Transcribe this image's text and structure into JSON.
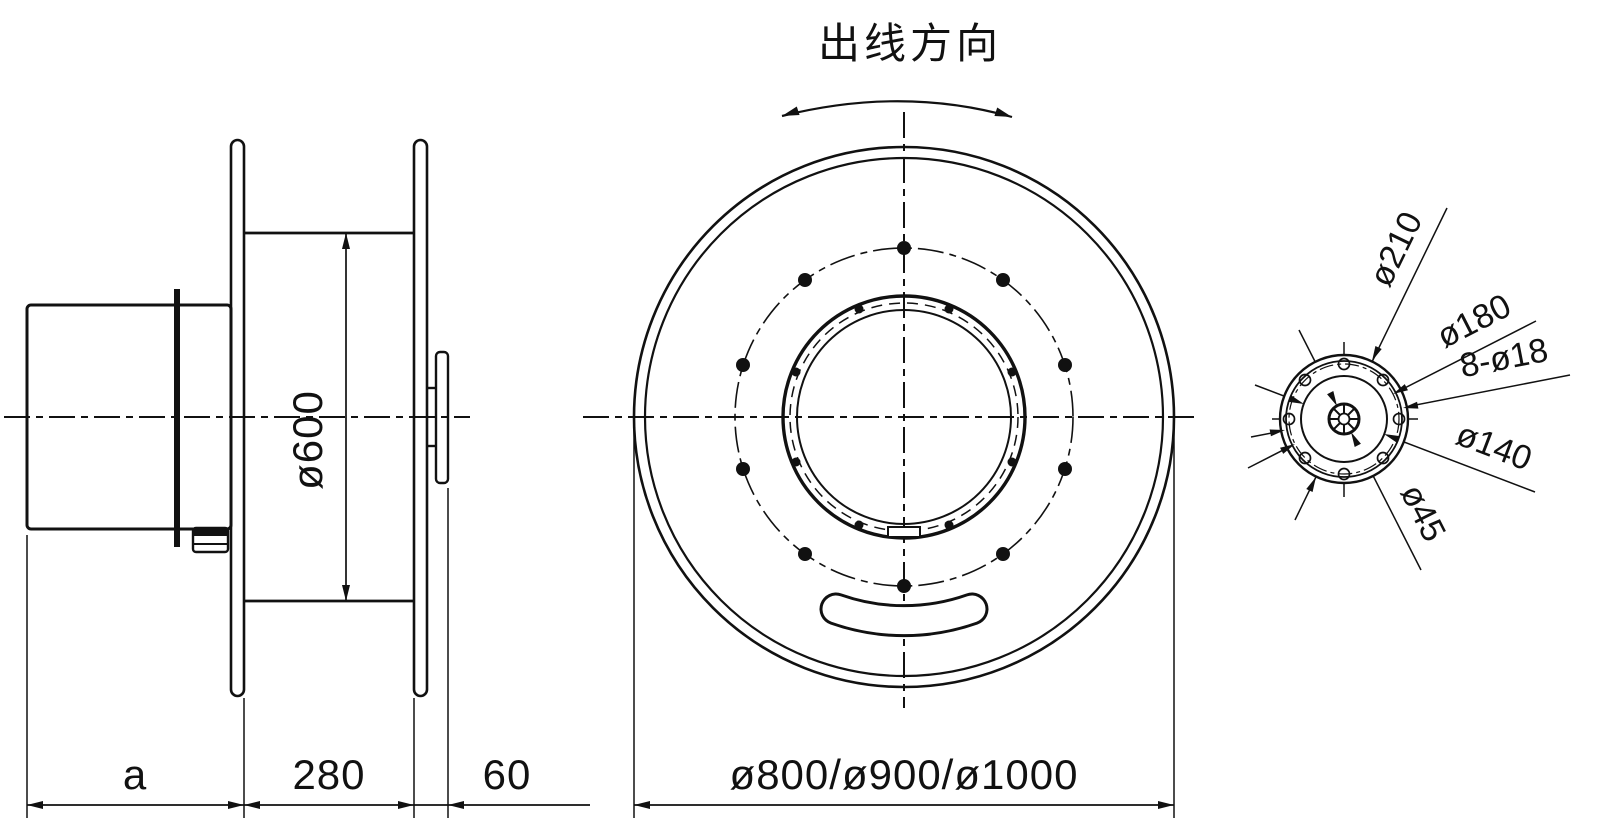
{
  "colors": {
    "ink": "#111111",
    "background": "#ffffff"
  },
  "labels": {
    "outlet_direction": "出线方向"
  },
  "side_view": {
    "dim_body_length": "a",
    "dim_drum_width": "280",
    "dim_hub_offset": "60",
    "dim_drum_diameter": "ø600"
  },
  "front_view": {
    "dim_flange_diameter": "ø800/ø900/ø1000"
  },
  "flange_detail": {
    "dim_flange_od": "ø210",
    "dim_bolt_circle": "ø180",
    "dim_bolt_holes": "8-ø18",
    "dim_spigot": "ø140",
    "dim_bore": "ø45"
  }
}
